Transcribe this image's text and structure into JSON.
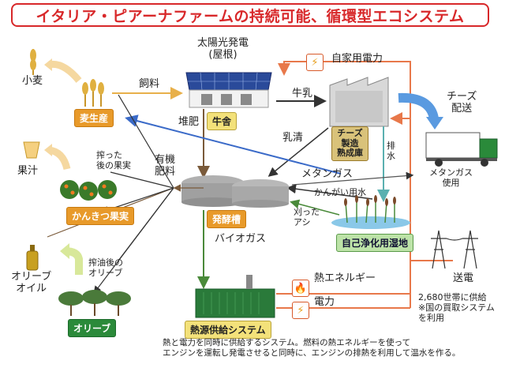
{
  "title": "イタリア・ピアーナファームの持続可能、循環型エコシステム",
  "nodes": {
    "wheat": "小麦",
    "wheat_production": "麦生産",
    "feed": "飼料",
    "solar": "太陽光発電\n(屋根)",
    "barn": "牛舎",
    "self_power": "自家用電力",
    "milk": "牛乳",
    "cheese_delivery": "チーズ\n配送",
    "manure": "堆肥",
    "whey": "乳清",
    "cheese_factory": "チーズ\n製造\n熟成庫",
    "drainage": "排\n水",
    "methane_gas": "メタンガス",
    "methane_use": "メタンガス\n使用",
    "irrigation": "かんがい用水",
    "juice": "果汁",
    "squeezed": "搾った\n後の果実",
    "organic": "有機\n肥料",
    "citrus": "かんきつ果実",
    "digester": "発酵槽",
    "cut_reed": "刈った\nアシ",
    "wetland": "自己浄化用湿地",
    "biogas": "バイオガス",
    "olive_oil": "オリーブ\nオイル",
    "pressed_olive": "搾油後の\nオリーブ",
    "olive": "オリーブ",
    "heat_energy": "熱エネルギー",
    "power": "電力",
    "transmission": "送電",
    "supply_note": "2,680世帯に供給\n※国の買取システム\nを利用",
    "chp": "熱源供給システム"
  },
  "footnote": "熱と電力を同時に供給するシステム。燃料の熱エネルギーを使って\nエンジンを運転し発電させると同時に、エンジンの排熱を利用して温水を作る。",
  "colors": {
    "title": "#d8282a",
    "power_arrow": "#e8784a",
    "feed_arrow": "#e8b04a",
    "blue_arrow": "#3a6ac8",
    "brown_arrow": "#7a5a3a",
    "green_arrow": "#4a8a3a"
  },
  "icons": [
    "wheat-icon",
    "solar-panel-icon",
    "barn-icon",
    "factory-icon",
    "truck-icon",
    "juice-glass-icon",
    "citrus-tree-icon",
    "digester-icon",
    "reed-wetland-icon",
    "olive-oil-icon",
    "olive-tree-icon",
    "power-tower-icon",
    "lightning-icon",
    "fire-icon",
    "chp-unit-icon"
  ]
}
